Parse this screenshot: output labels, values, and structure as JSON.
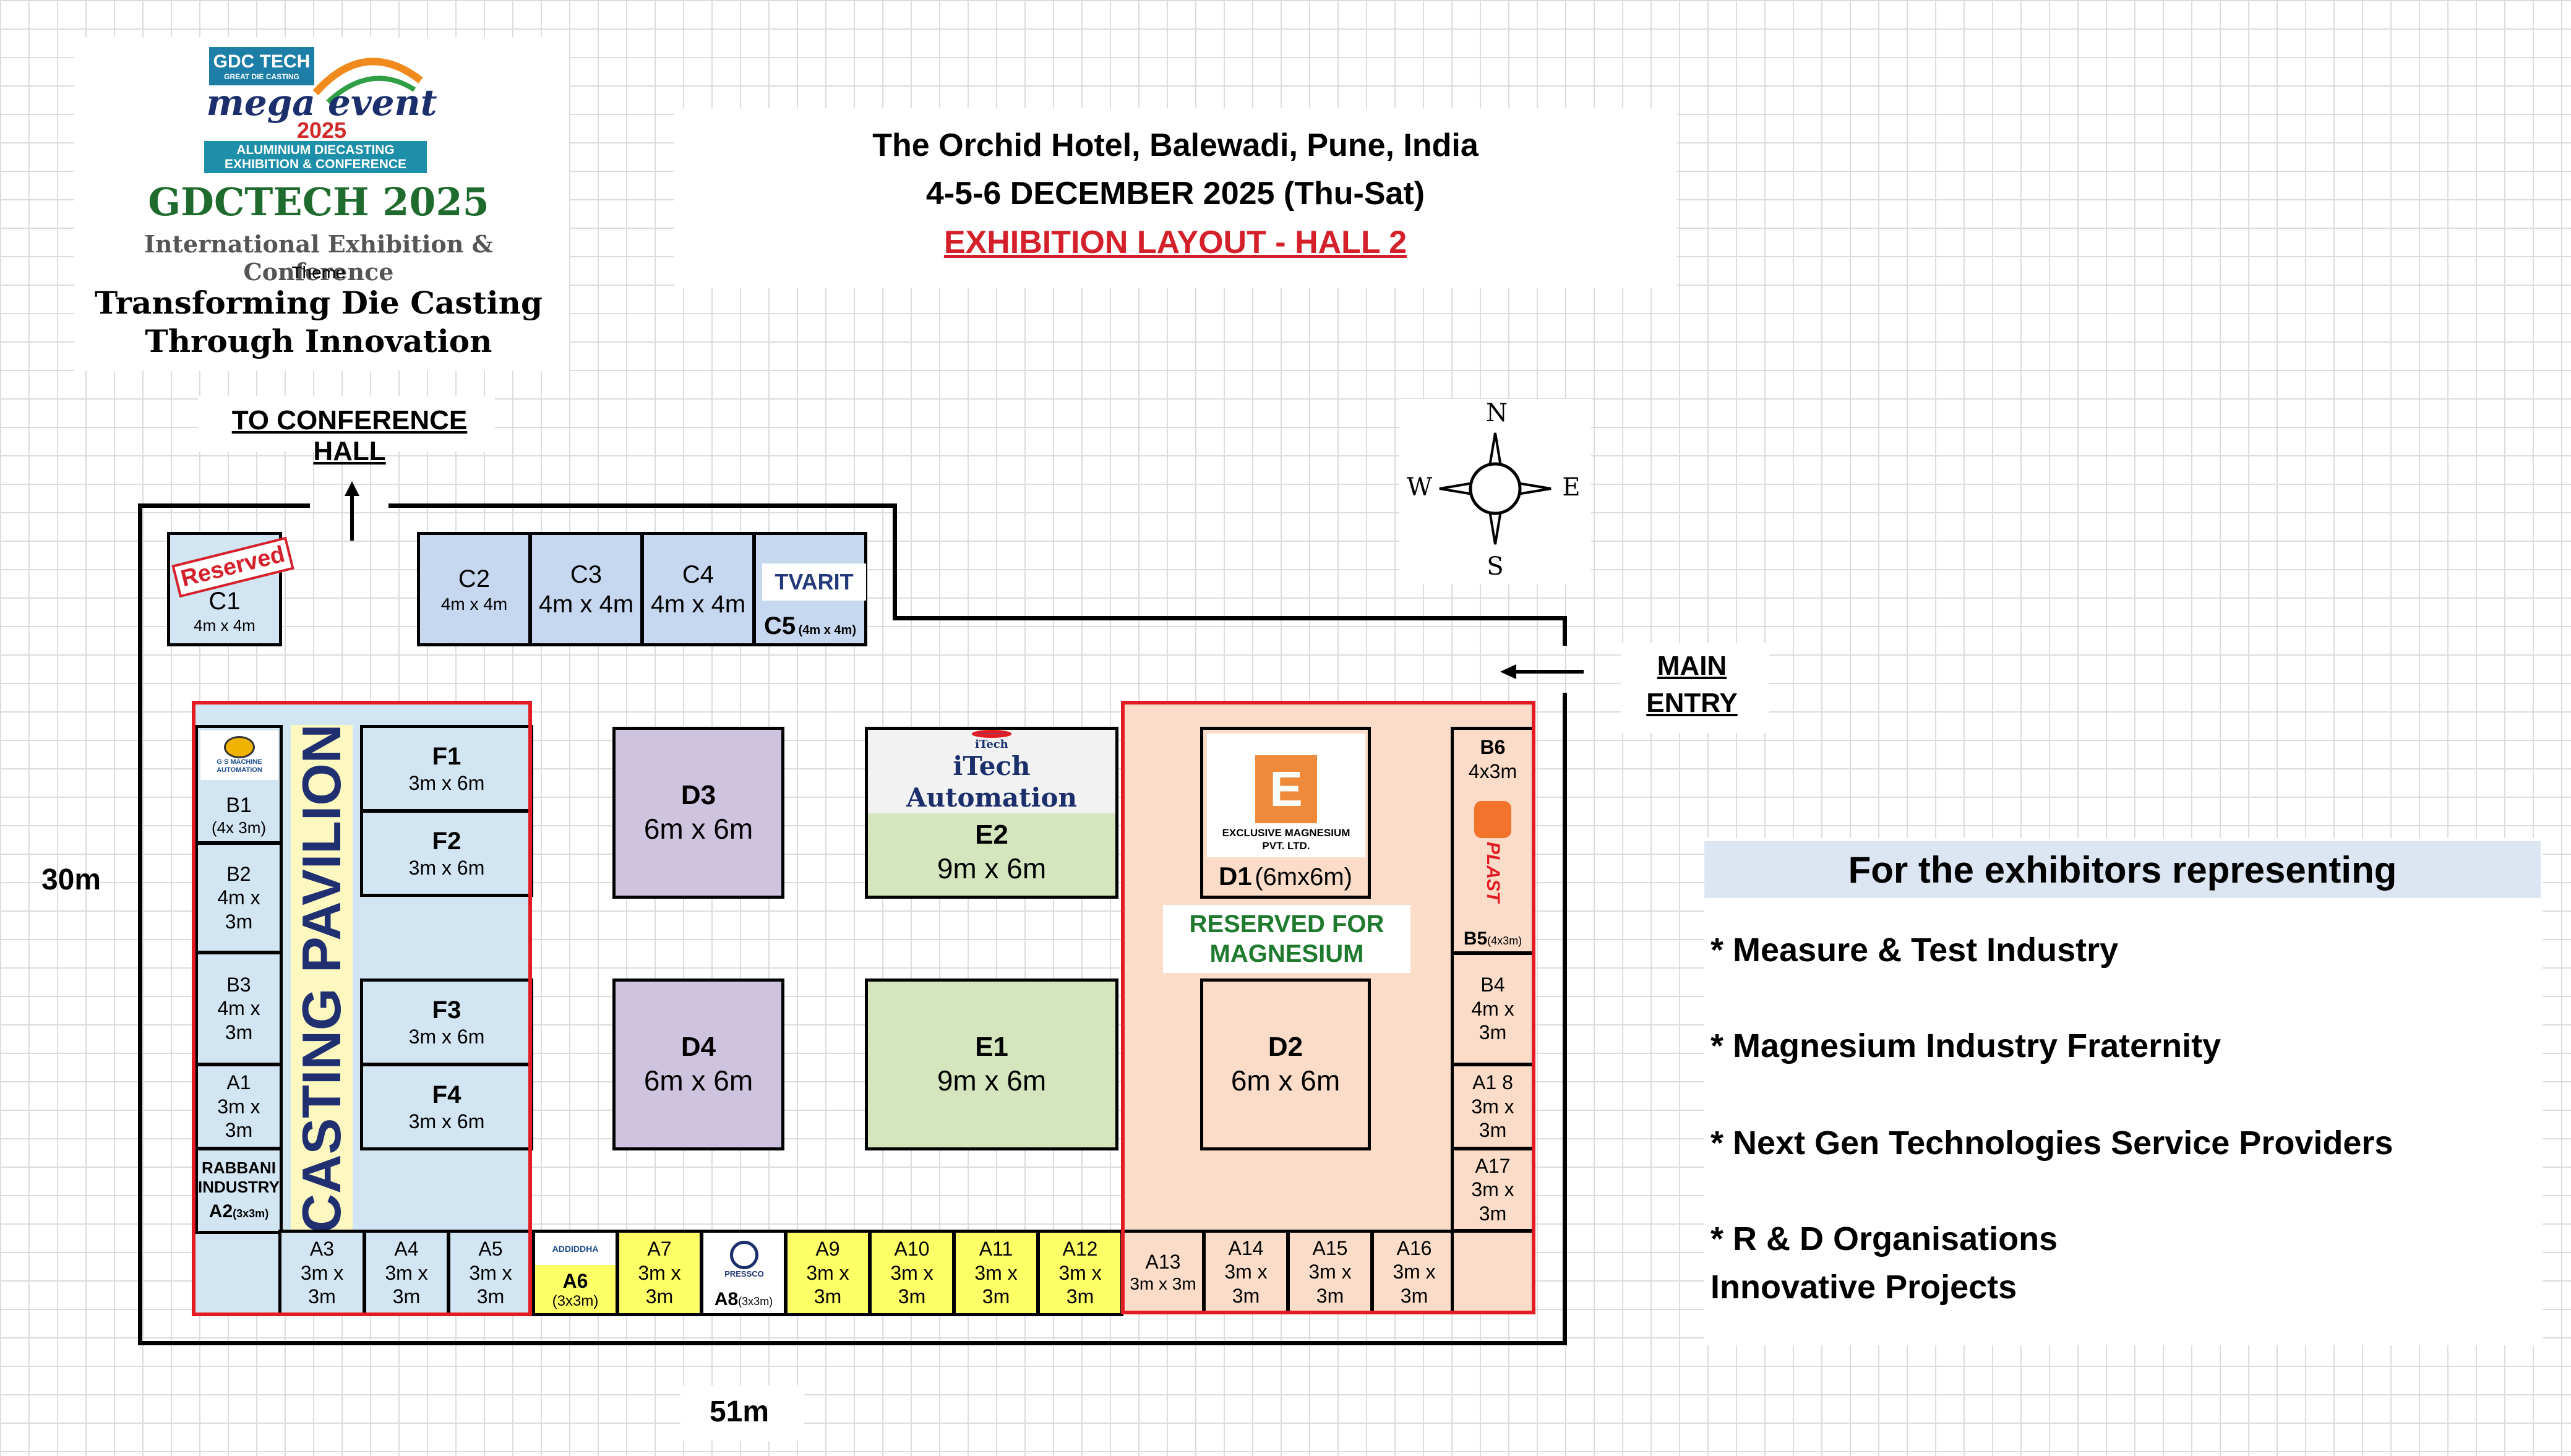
{
  "logo": {
    "badge": "GDC TECH",
    "badge_sub": "GREAT DIE CASTING",
    "event": "mega event",
    "year": "2025",
    "band": "ALUMINIUM DIECASTING EXHIBITION & CONFERENCE"
  },
  "org": {
    "name": "GDCTECH 2025",
    "subtitle": "International Exhibition & Conference",
    "theme_label": "Theme",
    "theme_line1": "Transforming Die Casting",
    "theme_line2": "Through Innovation"
  },
  "header": {
    "venue": "The Orchid Hotel, Balewadi, Pune, India",
    "dates": "4-5-6 DECEMBER 2025 (Thu-Sat)",
    "layout_title": "EXHIBITION LAYOUT - HALL 2"
  },
  "directions": {
    "conference": "TO CONFERENCE HALL",
    "main_entry_1": "MAIN",
    "main_entry_2": "ENTRY",
    "width": "51m",
    "height": "30m"
  },
  "compass": {
    "n": "N",
    "s": "S",
    "e": "E",
    "w": "W"
  },
  "colors": {
    "red": "#e31b23",
    "blue": "#d2e5f3",
    "yellow": "#ffff66",
    "purple": "#cfc4e0",
    "green": "#d5e6be",
    "peach": "#fbdcc8"
  },
  "booths": {
    "c1": {
      "name": "C1",
      "size": "4m x 4m",
      "stamp": "Reserved"
    },
    "c2": {
      "name": "C2",
      "size": "4m x 4m"
    },
    "c3": {
      "name": "C3",
      "size": "4m x 4m"
    },
    "c4": {
      "name": "C4",
      "size": "4m x 4m"
    },
    "c5": {
      "name": "C5",
      "size": "(4m x 4m)",
      "logo": "TVARIT"
    },
    "b1": {
      "name": "B1",
      "size": "(4x 3m)",
      "logo": "G S MACHINE AUTOMATION"
    },
    "b2": {
      "name": "B2",
      "size1": "4m x",
      "size2": "3m"
    },
    "b3": {
      "name": "B3",
      "size1": "4m x",
      "size2": "3m"
    },
    "a1": {
      "name": "A1",
      "size1": "3m x",
      "size2": "3m"
    },
    "a2": {
      "name": "A2",
      "size": "(3x3m)",
      "company1": "RABBANI",
      "company2": "INDUSTRY"
    },
    "pavilion": "CASTING PAVILION",
    "f1": {
      "name": "F1",
      "size": "3m x 6m"
    },
    "f2": {
      "name": "F2",
      "size": "3m x 6m"
    },
    "f3": {
      "name": "F3",
      "size": "3m x 6m"
    },
    "f4": {
      "name": "F4",
      "size": "3m x 6m"
    },
    "a3": {
      "name": "A3",
      "size1": "3m x",
      "size2": "3m"
    },
    "a4": {
      "name": "A4",
      "size1": "3m x",
      "size2": "3m"
    },
    "a5": {
      "name": "A5",
      "size1": "3m x",
      "size2": "3m"
    },
    "a6": {
      "name": "A6",
      "size": "(3x3m)",
      "logo": "ADDIDDHA"
    },
    "a7": {
      "name": "A7",
      "size1": "3m x",
      "size2": "3m"
    },
    "a8": {
      "name": "A8",
      "size": "(3x3m)",
      "logo": "PRESSCO"
    },
    "a9": {
      "name": "A9",
      "size1": "3m x",
      "size2": "3m"
    },
    "a10": {
      "name": "A10",
      "size1": "3m x",
      "size2": "3m"
    },
    "a11": {
      "name": "A11",
      "size1": "3m x",
      "size2": "3m"
    },
    "a12": {
      "name": "A12",
      "size1": "3m x",
      "size2": "3m"
    },
    "d3": {
      "name": "D3",
      "size": "6m x 6m"
    },
    "d4": {
      "name": "D4",
      "size": "6m x 6m"
    },
    "e2": {
      "name": "E2",
      "size": "9m x 6m",
      "logo_top": "iTech",
      "logo": "iTech Automation"
    },
    "e1": {
      "name": "E1",
      "size": "9m x 6m"
    },
    "d1": {
      "name": "D1",
      "size": "(6mx6m)",
      "logo1": "EXCLUSIVE MAGNESIUM",
      "logo2": "PVT. LTD."
    },
    "reserved_line1": "RESERVED FOR",
    "reserved_line2": "MAGNESIUM",
    "d2": {
      "name": "D2",
      "size": "6m x 6m"
    },
    "b6": {
      "name": "B6",
      "size": "4x3m"
    },
    "b5": {
      "name": "B5",
      "size": "(4x3m)",
      "logo": "PLAST"
    },
    "b4": {
      "name": "B4",
      "size1": "4m x",
      "size2": "3m"
    },
    "a18": {
      "name": "A1 8",
      "size1": "3m x",
      "size2": "3m"
    },
    "a17": {
      "name": "A17",
      "size1": "3m x",
      "size2": "3m"
    },
    "a13": {
      "name": "A13",
      "size": "3m x 3m"
    },
    "a14": {
      "name": "A14",
      "size1": "3m x",
      "size2": "3m"
    },
    "a15": {
      "name": "A15",
      "size1": "3m x",
      "size2": "3m"
    },
    "a16": {
      "name": "A16",
      "size1": "3m x",
      "size2": "3m"
    }
  },
  "panel": {
    "title": "For the exhibitors representing",
    "items": [
      "* Measure & Test Industry",
      "* Magnesium Industry Fraternity",
      "* Next Gen Technologies Service Providers",
      "* R & D Organisations"
    ],
    "last_line": "Innovative Projects"
  }
}
